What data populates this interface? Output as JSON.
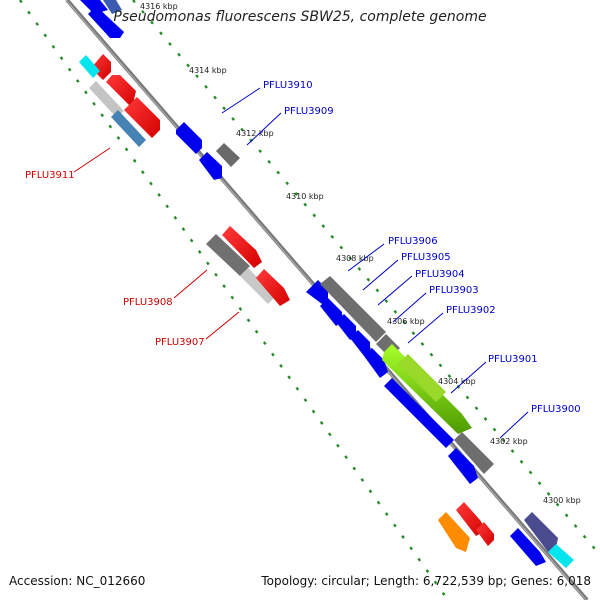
{
  "title": "Pseudomonas fluorescens SBW25, complete genome",
  "footer": {
    "accession": "Accession: NC_012660",
    "summary": "Topology: circular; Length: 6,722,539 bp; Genes: 6,018"
  },
  "kbp_labels": [
    "4316 kbp",
    "4314 kbp",
    "4312 kbp",
    "4310 kbp",
    "4308 kbp",
    "4306 kbp",
    "4304 kbp",
    "4302 kbp",
    "4300 kbp"
  ],
  "gene_labels_blue": [
    "PFLU3910",
    "PFLU3909",
    "PFLU3906",
    "PFLU3905",
    "PFLU3904",
    "PFLU3903",
    "PFLU3902",
    "PFLU3901",
    "PFLU3900"
  ],
  "gene_labels_red": [
    "PFLU3911",
    "PFLU3908",
    "PFLU3907"
  ],
  "colors": {
    "forward_blue": "#0000ee",
    "reverse_red": "#ff0000",
    "gray": "#808080",
    "light_gray": "#c8c8c8",
    "steel_blue": "#4682b4",
    "cyan": "#00e5ee",
    "green": "#7cd11e",
    "orange": "#ff8c00",
    "slate": "#4b4b8f",
    "tick_green": "#2a8a2a",
    "backbone": "#808080"
  }
}
